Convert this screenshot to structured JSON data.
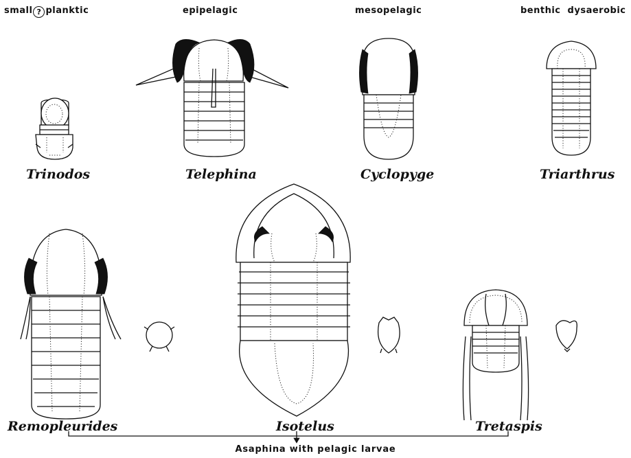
{
  "headers": {
    "small_prefix": "small",
    "question_mark": "?",
    "small_suffix": "planktic",
    "epipelagic": "epipelagic",
    "mesopelagic": "mesopelagic",
    "benthic": "benthic  dysaerobic"
  },
  "taxa": {
    "trinodos": "Trinodos",
    "telephina": "Telephina",
    "cyclopyge": "Cyclopyge",
    "triarthrus": "Triarthrus",
    "remopleurides": "Remopleurides",
    "isotelus": "Isotelus",
    "tretaspis": "Tretaspis"
  },
  "bracket_label": "Asaphina with pelagic larvae"
}
